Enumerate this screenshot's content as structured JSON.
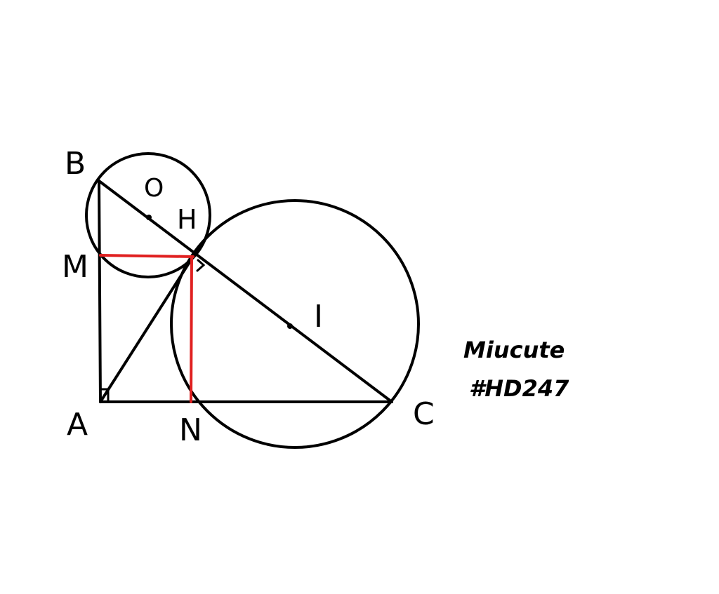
{
  "diagram": {
    "points": {
      "A": "A",
      "B": "B",
      "C": "C",
      "H": "H",
      "M": "M",
      "N": "N",
      "O": "O",
      "I": "I"
    },
    "colors": {
      "stroke": "#000000",
      "highlight": "#e02020"
    }
  },
  "signature": {
    "line1": "Miucute",
    "line2": "#HD247"
  }
}
